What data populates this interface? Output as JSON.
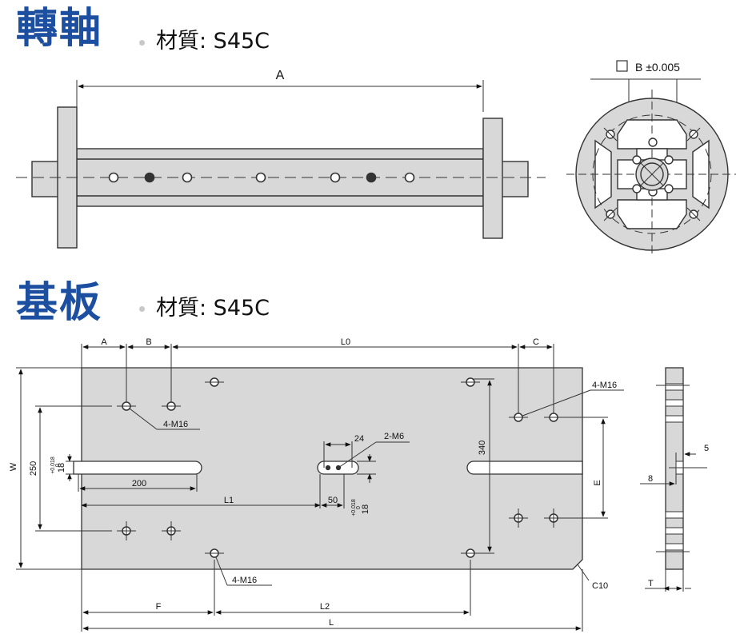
{
  "shaft": {
    "title": "轉軸",
    "material": "材質: S45C",
    "dim_a": "A",
    "dim_b": "B ±0.005"
  },
  "base": {
    "title": "基板",
    "material": "材質: S45C",
    "dims": {
      "a": "A",
      "b": "B",
      "l0": "L0",
      "c": "C",
      "w": "W",
      "h250": "250",
      "slot_w": "18",
      "tol1": "+0.018",
      "tol0": "0",
      "d200": "200",
      "l1": "L1",
      "d50": "50",
      "d24": "24",
      "m6": "2-M6",
      "tol2": "+0.018",
      "tol2b": "0",
      "slot_w2": "18",
      "h340": "340",
      "e": "E",
      "m16_top_left": "4-M16",
      "m16_top_right": "4-M16",
      "m16_bottom": "4-M16",
      "f": "F",
      "l2": "L2",
      "l": "L",
      "c10": "C10",
      "side5": "5",
      "side8": "8",
      "t": "T"
    }
  }
}
